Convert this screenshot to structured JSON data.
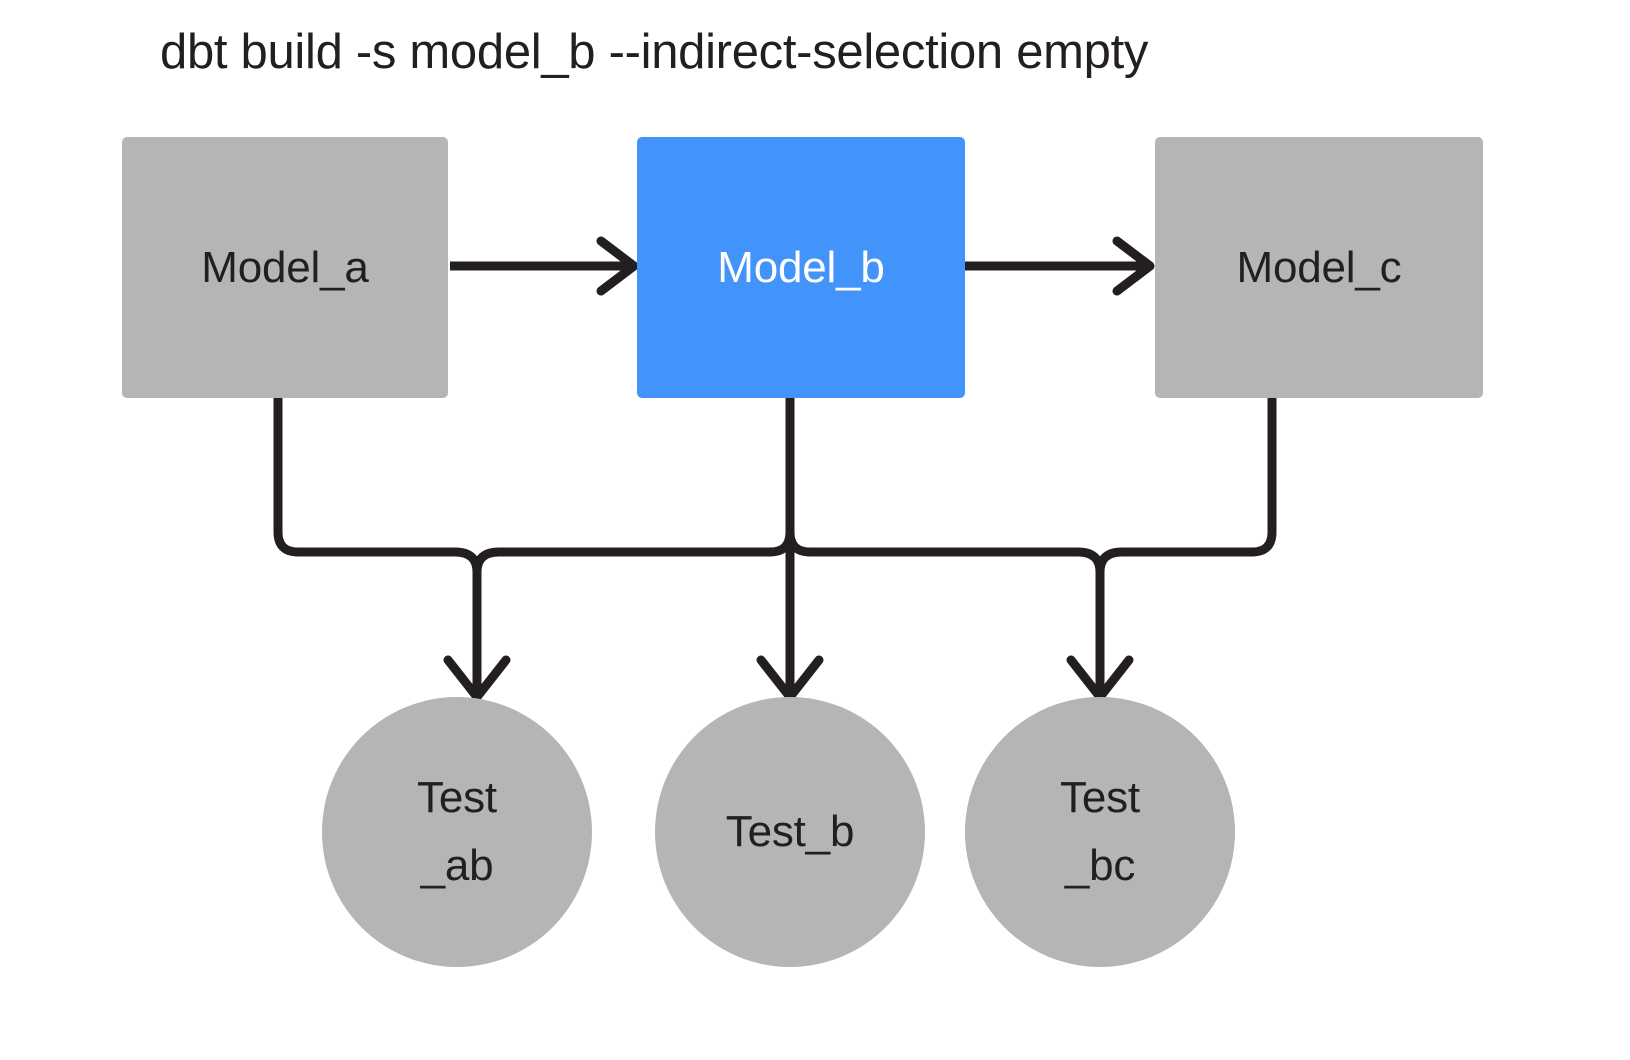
{
  "title": "dbt build -s model_b --indirect-selection empty",
  "colors": {
    "selected": "#4294fa",
    "unselected": "#b5b5b5",
    "edge": "#231f20",
    "text_dark": "#231f20",
    "text_light": "#ffffff",
    "background": "#ffffff"
  },
  "graph": {
    "type": "dag",
    "models": [
      {
        "id": "model_a",
        "label": "Model_a",
        "shape": "rectangle",
        "state": "unselected",
        "fill": "#b5b5b5",
        "text_color": "#231f20"
      },
      {
        "id": "model_b",
        "label": "Model_b",
        "shape": "rectangle",
        "state": "selected",
        "fill": "#4294fa",
        "text_color": "#ffffff"
      },
      {
        "id": "model_c",
        "label": "Model_c",
        "shape": "rectangle",
        "state": "unselected",
        "fill": "#b5b5b5",
        "text_color": "#231f20"
      }
    ],
    "tests": [
      {
        "id": "test_ab",
        "label": "Test_ab",
        "line1": "Test",
        "line2": "_ab",
        "shape": "circle",
        "state": "unselected",
        "fill": "#b5b5b5",
        "text_color": "#231f20"
      },
      {
        "id": "test_b",
        "label": "Test_b",
        "line1": "Test_b",
        "line2": "",
        "shape": "circle",
        "state": "unselected",
        "fill": "#b5b5b5",
        "text_color": "#231f20"
      },
      {
        "id": "test_bc",
        "label": "Test_bc",
        "line1": "Test",
        "line2": "_bc",
        "shape": "circle",
        "state": "unselected",
        "fill": "#b5b5b5",
        "text_color": "#231f20"
      }
    ],
    "edges": [
      {
        "from": "model_a",
        "to": "model_b",
        "style": "arrow"
      },
      {
        "from": "model_b",
        "to": "model_c",
        "style": "arrow"
      },
      {
        "from": "model_a",
        "to": "test_ab",
        "style": "arrow"
      },
      {
        "from": "model_b",
        "to": "test_ab",
        "style": "arrow"
      },
      {
        "from": "model_b",
        "to": "test_b",
        "style": "arrow"
      },
      {
        "from": "model_b",
        "to": "test_bc",
        "style": "arrow"
      },
      {
        "from": "model_c",
        "to": "test_bc",
        "style": "arrow"
      }
    ]
  }
}
